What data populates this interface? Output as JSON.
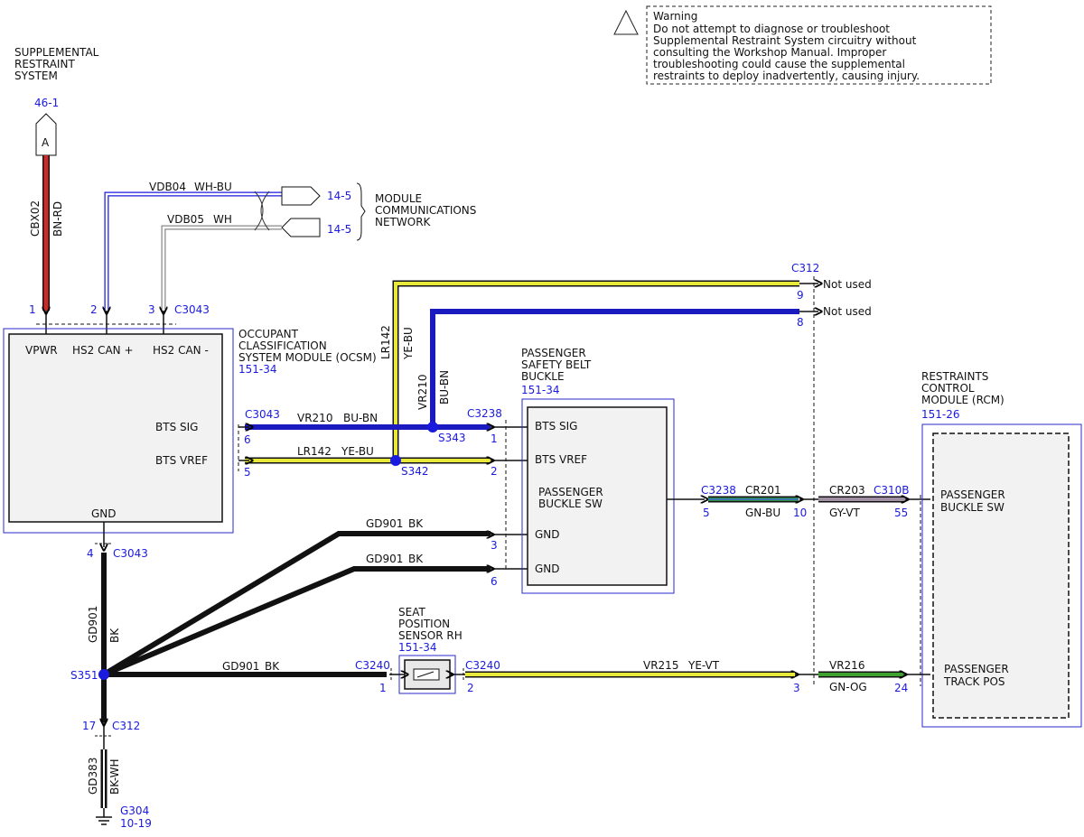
{
  "warning": {
    "title": "Warning",
    "lines": [
      "Do not attempt to diagnose or troubleshoot",
      "Supplemental Restraint System circuitry without",
      "consulting the Workshop Manual. Improper",
      "troubleshooting could cause the supplemental",
      "restraints to deploy inadvertently, causing injury."
    ]
  },
  "srs": {
    "lines": [
      "SUPPLEMENTAL",
      "RESTRAINT",
      "SYSTEM"
    ],
    "ref": "46-1",
    "connector": "A"
  },
  "mcn": {
    "lines": [
      "MODULE",
      "COMMUNICATIONS",
      "NETWORK"
    ],
    "ref1": "14-5",
    "ref2": "14-5"
  },
  "wires": {
    "cbx02": {
      "circuit": "CBX02",
      "color": "BN-RD"
    },
    "vdb04": {
      "circuit": "VDB04",
      "color": "WH-BU"
    },
    "vdb05": {
      "circuit": "VDB05",
      "color": "WH"
    },
    "lr142_v": {
      "circuit": "LR142",
      "color": "YE-BU"
    },
    "vr210_v": {
      "circuit": "VR210",
      "color": "BU-BN"
    },
    "vr210_h": {
      "circuit": "VR210",
      "color": "BU-BN"
    },
    "lr142_h": {
      "circuit": "LR142",
      "color": "YE-BU"
    },
    "cr201": {
      "circuit": "CR201",
      "color": "GN-BU"
    },
    "cr203": {
      "circuit": "CR203",
      "color": "GY-VT"
    },
    "gd901_a": {
      "circuit": "GD901",
      "color": "BK"
    },
    "gd901_b": {
      "circuit": "GD901",
      "color": "BK"
    },
    "gd901_v": {
      "circuit": "GD901",
      "color": "BK"
    },
    "gd901_h": {
      "circuit": "GD901",
      "color": "BK"
    },
    "vr215": {
      "circuit": "VR215",
      "color": "YE-VT"
    },
    "vr216": {
      "circuit": "VR216",
      "color": "GN-OG"
    },
    "gd383": {
      "circuit": "GD383",
      "color": "BK-WH"
    }
  },
  "ocsm": {
    "lines": [
      "OCCUPANT",
      "CLASSIFICATION",
      "SYSTEM MODULE (OCSM)"
    ],
    "ref": "151-34",
    "pins": {
      "vpwr": "VPWR",
      "hs2p": "HS2 CAN +",
      "hs2m": "HS2 CAN -",
      "bts_sig": "BTS SIG",
      "bts_vref": "BTS VREF",
      "gnd": "GND"
    },
    "top_connector": "C3043",
    "top_pins": [
      "1",
      "2",
      "3"
    ],
    "right_connector": "C3043",
    "right_pins": [
      "6",
      "5"
    ],
    "bottom_connector": "C3043",
    "bottom_pin": "4"
  },
  "buckle": {
    "lines": [
      "PASSENGER",
      "SAFETY BELT",
      "BUCKLE"
    ],
    "ref": "151-34",
    "pins": {
      "bts_sig": "BTS SIG",
      "bts_vref": "BTS VREF",
      "sw1": "PASSENGER",
      "sw2": "BUCKLE SW",
      "gnd1": "GND",
      "gnd2": "GND"
    },
    "left_connector": "C3238",
    "left_pins": [
      "1",
      "2",
      "3",
      "6"
    ],
    "right_connector": "C3238",
    "right_pin": "5"
  },
  "rcm": {
    "lines": [
      "RESTRAINTS",
      "CONTROL",
      "MODULE (RCM)"
    ],
    "ref": "151-26",
    "pins": {
      "buckle1": "PASSENGER",
      "buckle2": "BUCKLE SW",
      "track1": "PASSENGER",
      "track2": "TRACK POS"
    },
    "connector": "C310B",
    "pins_numbers": [
      "55",
      "24"
    ]
  },
  "c312": {
    "label": "C312",
    "pins": [
      "9",
      "8",
      "10",
      "3"
    ],
    "not_used": "Not used",
    "bottom_label": "C312",
    "bottom_pin": "17"
  },
  "splices": {
    "s343": "S343",
    "s342": "S342",
    "s351": "S351"
  },
  "seat_sensor": {
    "lines": [
      "SEAT",
      "POSITION",
      "SENSOR RH"
    ],
    "ref": "151-34",
    "connector": "C3240",
    "pins": [
      "1",
      "2"
    ],
    "right_connector": "C3240"
  },
  "ground": {
    "label": "G304",
    "ref": "10-19"
  }
}
